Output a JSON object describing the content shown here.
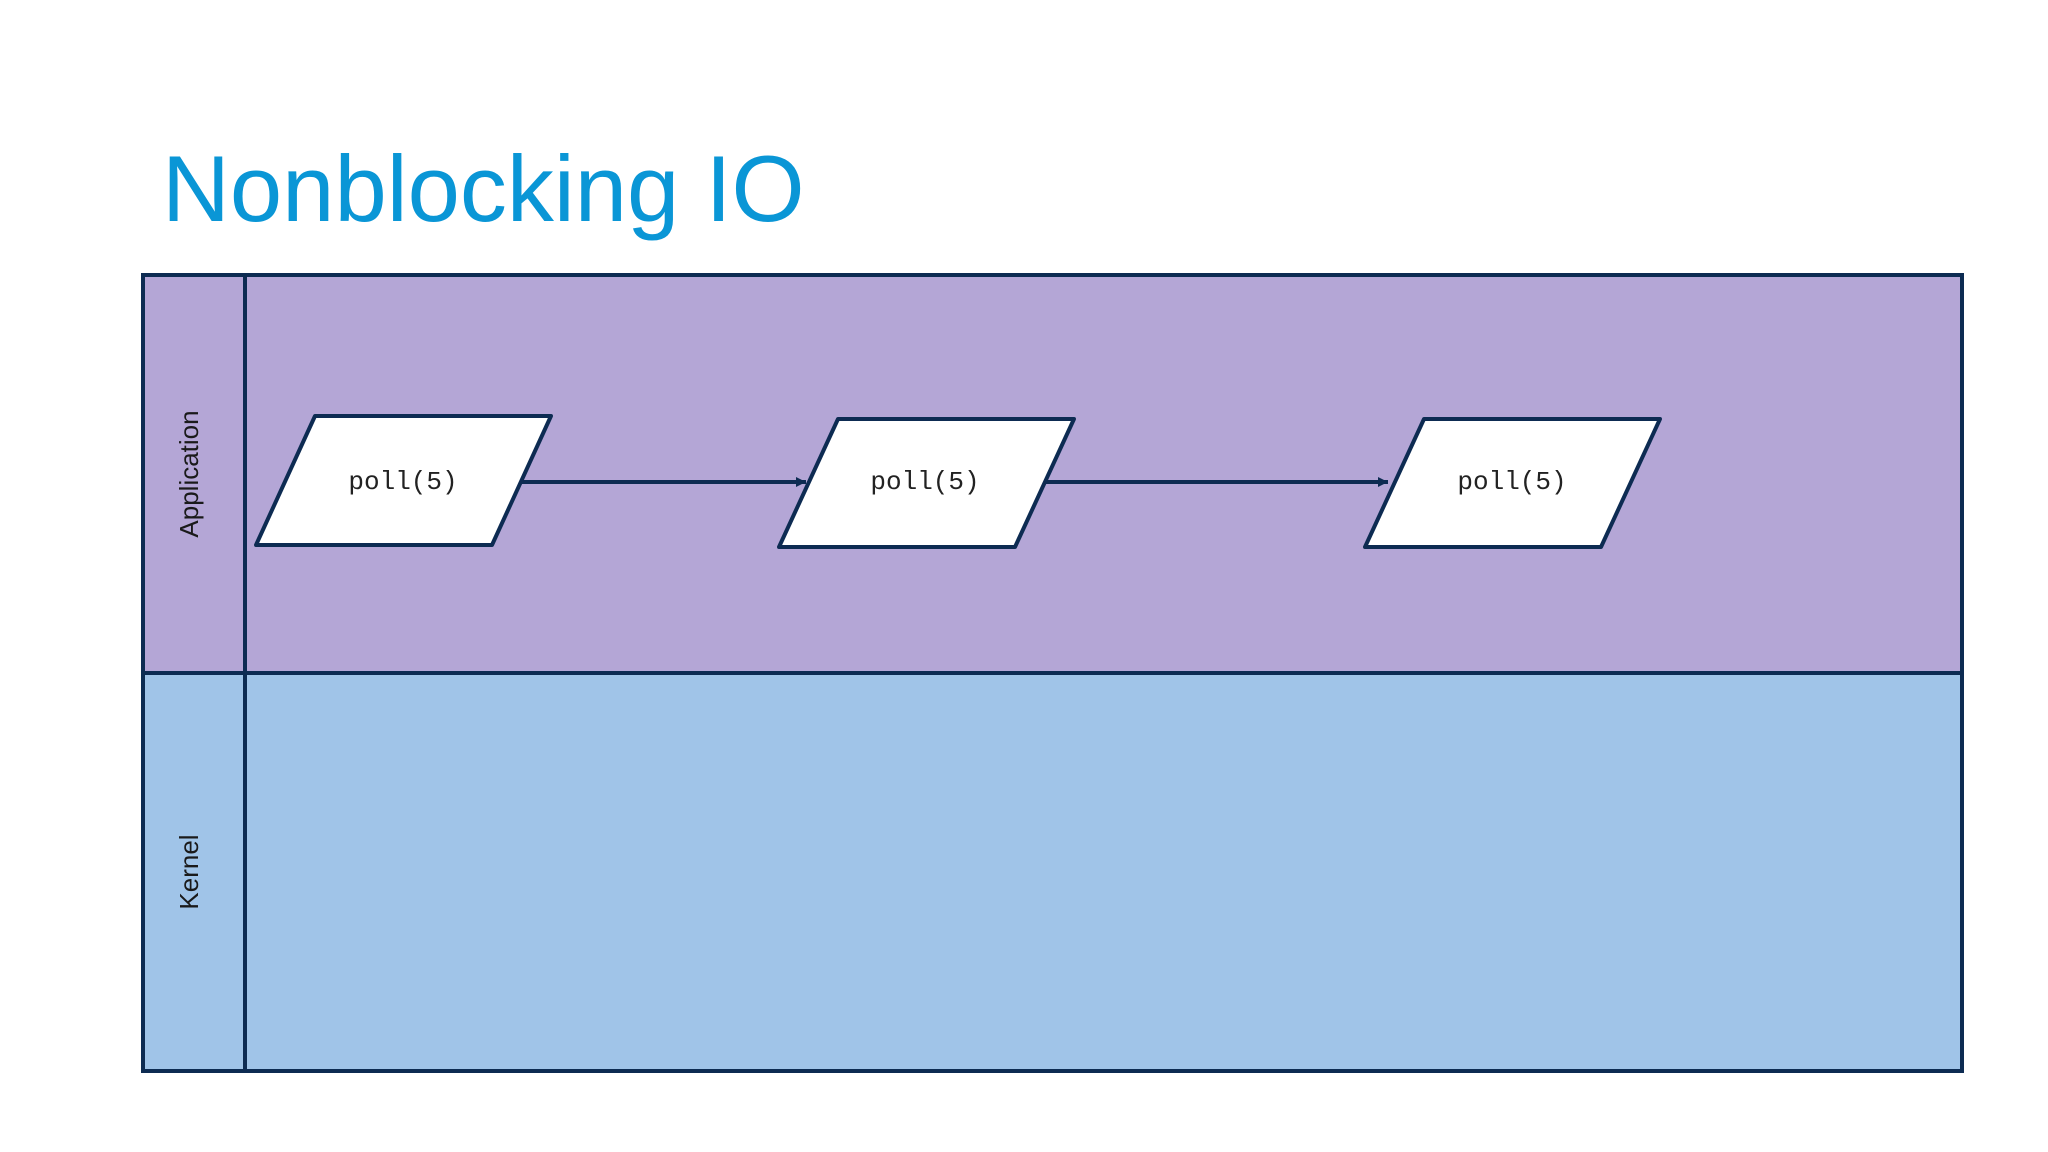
{
  "slide": {
    "title": "Nonblocking IO"
  },
  "colors": {
    "title": "#0a96d6",
    "application_lane": "#b4a6d6",
    "kernel_lane": "#a0c4e8",
    "border": "#0d2b52",
    "node_fill": "#ffffff"
  },
  "lanes": [
    {
      "id": "application",
      "label": "Application"
    },
    {
      "id": "kernel",
      "label": "Kernel"
    }
  ],
  "nodes": [
    {
      "id": "poll-1",
      "label": "poll(5)",
      "lane": "application",
      "shape": "parallelogram"
    },
    {
      "id": "poll-2",
      "label": "poll(5)",
      "lane": "application",
      "shape": "parallelogram"
    },
    {
      "id": "poll-3",
      "label": "poll(5)",
      "lane": "application",
      "shape": "parallelogram"
    }
  ],
  "edges": [
    {
      "from": "poll-1",
      "to": "poll-2"
    },
    {
      "from": "poll-2",
      "to": "poll-3"
    }
  ]
}
